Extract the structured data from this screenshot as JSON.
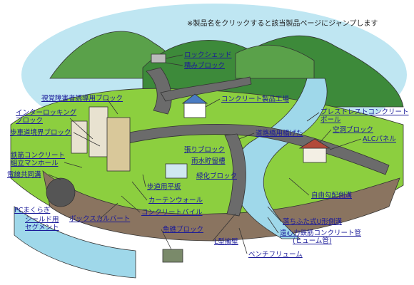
{
  "notice": "※製品名をクリックすると該当製品ページにジャンプします",
  "colors": {
    "sky": "#bfe6f2",
    "mountain": "#5aa14a",
    "mountain_dark": "#3d8a3a",
    "grass": "#8ccf3f",
    "road": "#6b6b6b",
    "river": "#9fd8ea",
    "ground": "#8a7460",
    "link": "#1a1a99"
  },
  "products": {
    "rock_shed": "ロックシェッド",
    "stacked_block": "積みブロック",
    "factory": "コンクリート製品工場",
    "tactile_block": "視覚障害者誘導用ブロック",
    "interlocking_1": "インターロッキング",
    "interlocking_2": "ブロック",
    "curb_block": "歩車道境界ブロック",
    "rc_manhole_1": "鉄筋コンクリート",
    "rc_manhole_2": "組立マンホール",
    "utility_duct": "電線共同溝",
    "prestressed_pole_1": "プレストレストコンクリート",
    "prestressed_pole_2": "ポール",
    "hollow_block": "空洞ブロック",
    "alc_panel": "ALCパネル",
    "bridge_girder": "道路橋用橋げた",
    "drop_block": "張りブロック",
    "rainwater_tank": "雨水貯留槽",
    "green_block": "緑化ブロック",
    "sidewalk_slab": "歩道用平板",
    "curtain_wall": "カーテンウォール",
    "concrete_pile": "コンクリートパイル",
    "pc_culvert": "PCまくらぎ",
    "shield_segment_1": "シールド用",
    "shield_segment_2": "セグメント",
    "box_culvert": "ボックスカルバート",
    "free_gutter": "自由勾配側溝",
    "fish_block": "魚礁ブロック",
    "l_wall": "L型擁壁",
    "lid_u_gutter": "落ちふた式U形側溝",
    "centrifugal_pipe_1": "遠心力鉄筋コンクリート管",
    "centrifugal_pipe_2": "(ヒューム管)",
    "bench_flume": "ベンチフリューム"
  }
}
